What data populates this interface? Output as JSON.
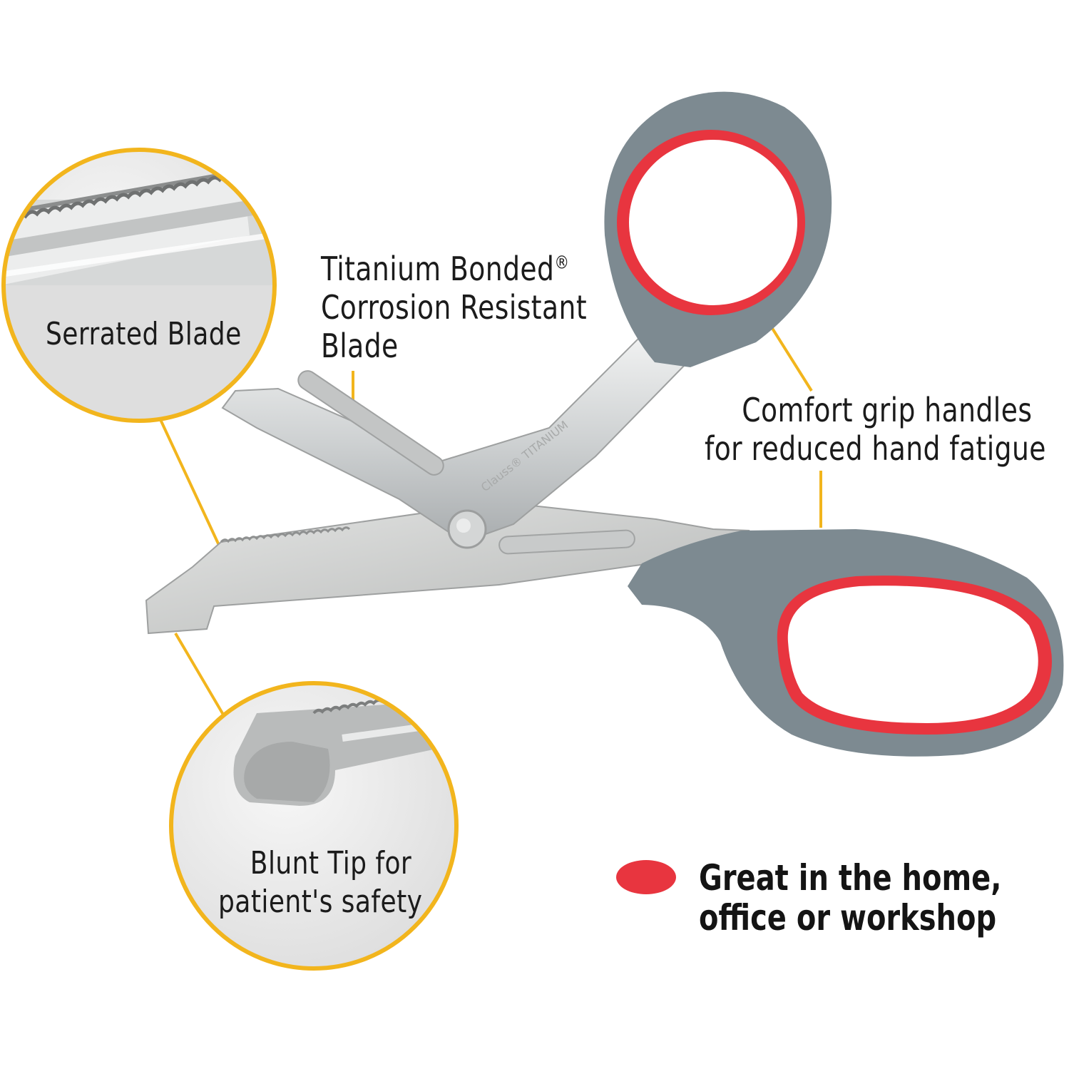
{
  "callouts": {
    "serrated": "Serrated Blade",
    "titanium_line1": "Titanium Bonded",
    "titanium_reg": "®",
    "titanium_line2": "Corrosion Resistant",
    "titanium_line3": "Blade",
    "grip_line1": "Comfort grip handles",
    "grip_line2": "for reduced hand fatigue",
    "blunt_line1": "Blunt Tip for",
    "blunt_line2": "patient's safety"
  },
  "feature": {
    "line1": "Great in the home,",
    "line2": "office or workshop"
  },
  "blade_engraving": {
    "brand": "Clauss",
    "text": "TITANIUM"
  },
  "colors": {
    "accent_yellow": "#f2b51d",
    "handle_red": "#e8353f",
    "handle_gray": "#7d8a91"
  }
}
